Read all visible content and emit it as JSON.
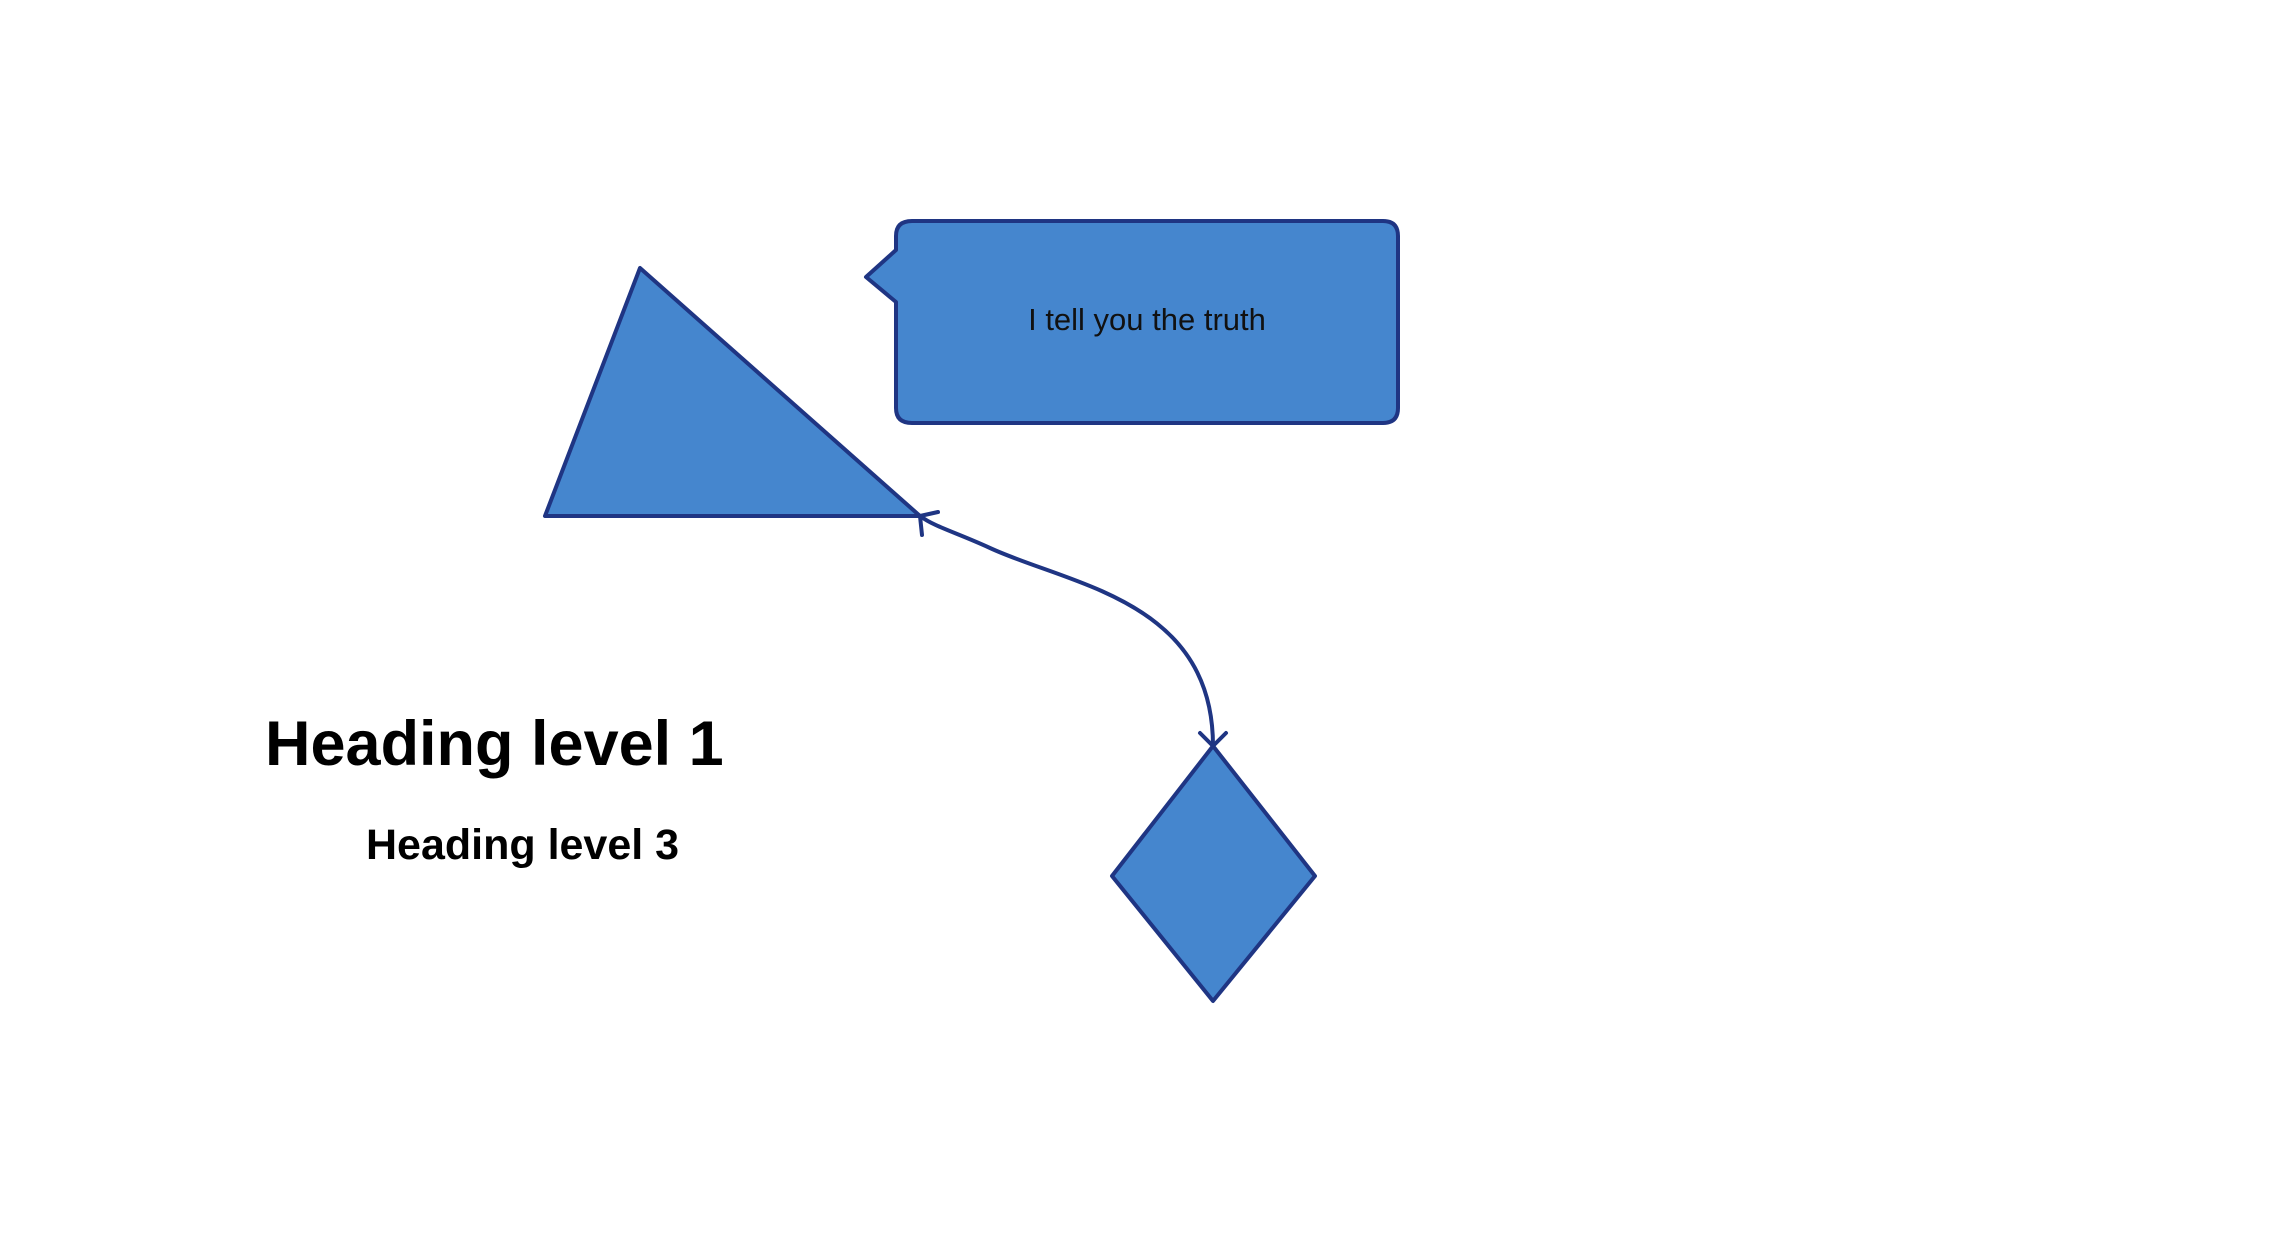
{
  "callout": {
    "text": "I tell you the truth"
  },
  "headings": {
    "level1": "Heading level 1",
    "level3": "Heading level 3"
  },
  "colors": {
    "shape_fill": "#4586ce",
    "shape_stroke": "#1f3583",
    "text": "#000000",
    "background": "#ffffff"
  },
  "shapes": [
    {
      "kind": "triangle"
    },
    {
      "kind": "speech-callout"
    },
    {
      "kind": "diamond"
    },
    {
      "kind": "curved-connector",
      "from": "diamond",
      "to": "triangle"
    }
  ]
}
